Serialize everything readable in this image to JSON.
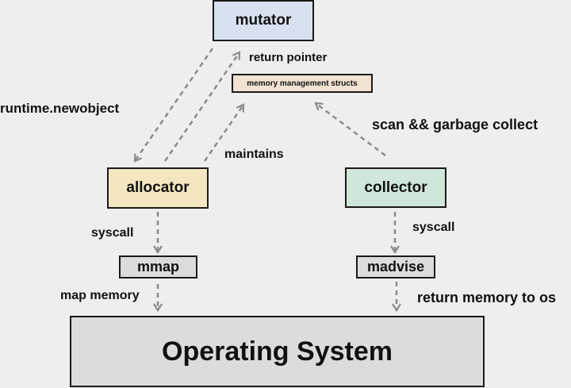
{
  "nodes": {
    "mutator": {
      "label": "mutator",
      "color": "#d8e2ef"
    },
    "structs": {
      "label": "memory management structs",
      "color": "#f2e2d2"
    },
    "allocator": {
      "label": "allocator",
      "color": "#f4e6c0"
    },
    "collector": {
      "label": "collector",
      "color": "#cfe6d8"
    },
    "mmap": {
      "label": "mmap",
      "color": "#dcdcdc"
    },
    "madvise": {
      "label": "madvise",
      "color": "#dcdcdc"
    },
    "os": {
      "label": "Operating System",
      "color": "#dcdcdc"
    }
  },
  "edges": {
    "newobject": "runtime.newobject",
    "return_pointer": "return pointer",
    "maintains": "maintains",
    "scan_gc": "scan && garbage collect",
    "syscall_left": "syscall",
    "syscall_right": "syscall",
    "map_memory": "map memory",
    "return_memory": "return memory to os"
  },
  "arrow_color": "#8a8a8a"
}
